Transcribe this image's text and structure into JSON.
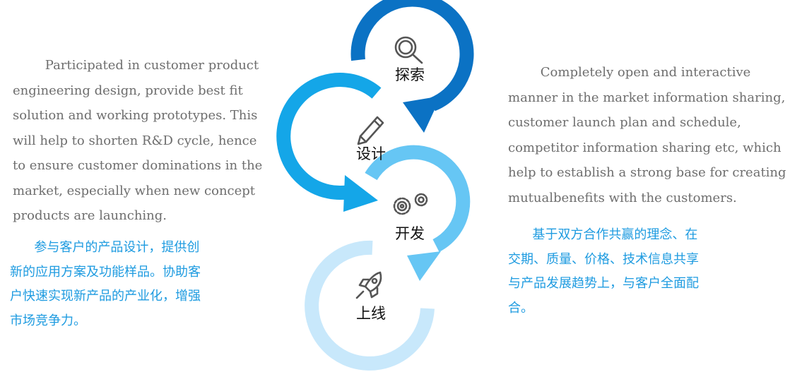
{
  "left": {
    "en_lines": [
      "        Participated in customer product",
      "engineering design, provide best fit",
      "solution and working prototypes. This",
      "will help to shorten R&D cycle, hence",
      "to ensure customer dominations in the",
      "market, especially when new concept",
      "products are launching."
    ],
    "zh_lines": [
      "      参与客户的产品设计，提供创",
      "新的应用方案及功能样品。协助客",
      "户快速实现新产品的产业化，增强",
      "市场竞争力。"
    ]
  },
  "right": {
    "en_lines": [
      "        Completely open and interactive",
      "manner in the market information sharing,",
      "customer launch plan and schedule,",
      "competitor information sharing etc, which",
      "help to establish a strong base for creating",
      "mutualbenefits with the customers."
    ],
    "zh_lines": [
      "      基于双方合作共赢的理念、在",
      "交期、质量、价格、技术信息共享",
      "与产品发展趋势上，与客户全面配",
      "合。"
    ]
  },
  "steps": [
    {
      "label": "探索",
      "icon": "magnifier-icon",
      "color": "#0b72c4"
    },
    {
      "label": "设计",
      "icon": "pencil-icon",
      "color": "#14a6e8"
    },
    {
      "label": "开发",
      "icon": "gears-icon",
      "color": "#66c6f4"
    },
    {
      "label": "上线",
      "icon": "rocket-icon",
      "color": "#c8e8fb"
    }
  ]
}
